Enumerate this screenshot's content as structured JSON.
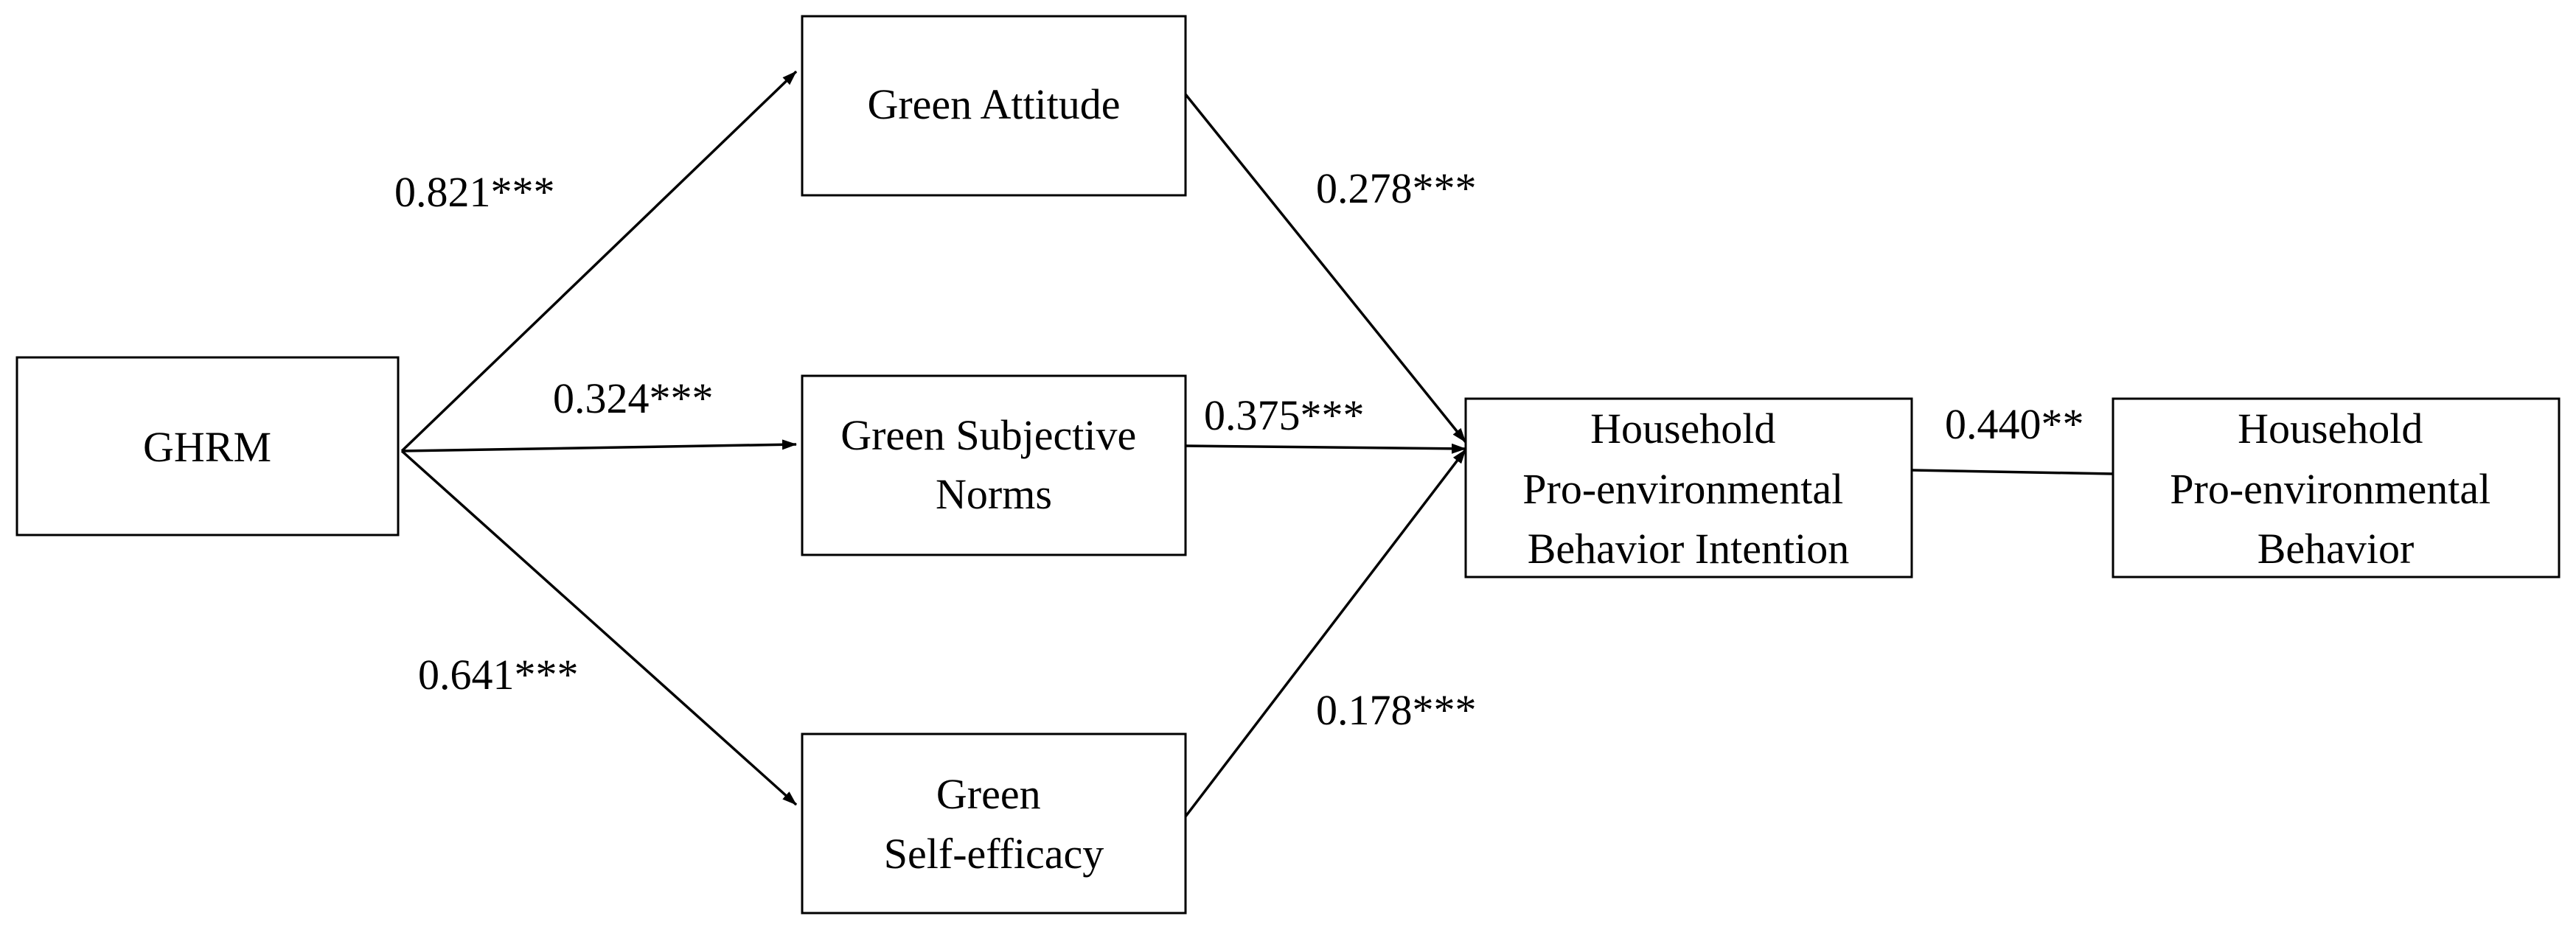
{
  "nodes": {
    "ghrm": {
      "lines": [
        "GHRM"
      ]
    },
    "attitude": {
      "lines": [
        "Green Attitude"
      ]
    },
    "norms": {
      "lines": [
        "Green Subjective",
        "Norms"
      ]
    },
    "efficacy": {
      "lines": [
        "Green",
        "Self-efficacy"
      ]
    },
    "intention": {
      "lines": [
        "Household",
        "Pro-environmental",
        "Behavior Intention"
      ]
    },
    "behavior": {
      "lines": [
        "Household",
        "Pro-environmental",
        "Behavior"
      ]
    }
  },
  "edges": {
    "ghrm_attitude": {
      "label": "0.821***"
    },
    "ghrm_norms": {
      "label": "0.324***"
    },
    "ghrm_efficacy": {
      "label": "0.641***"
    },
    "attitude_intention": {
      "label": "0.278***"
    },
    "norms_intention": {
      "label": "0.375***"
    },
    "efficacy_intention": {
      "label": "0.178***"
    },
    "intention_behavior": {
      "label": "0.440**"
    }
  }
}
